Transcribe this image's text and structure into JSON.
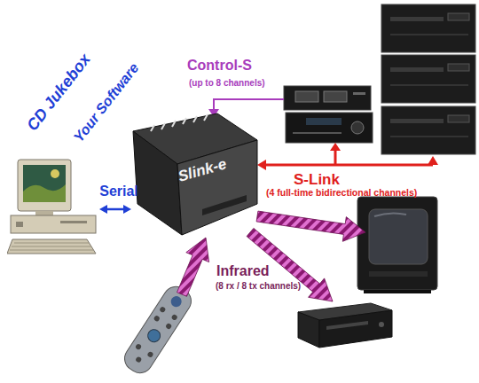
{
  "diagram": {
    "nodes": [
      {
        "text": [
          "CD Jukebox",
          "Your Software"
        ]
      },
      {
        "text": [
          "Slink-e"
        ]
      }
    ],
    "edges": [
      {
        "from": 0,
        "to": 1,
        "label": "Serial",
        "arrow": "both"
      }
    ],
    "labels": [
      "Control-S",
      "(up to 8 channels)",
      "S-Link",
      "(4 full-time bidirectional channels)",
      "Infrared",
      "(8 rx / 8 tx channels)"
    ]
  }
}
